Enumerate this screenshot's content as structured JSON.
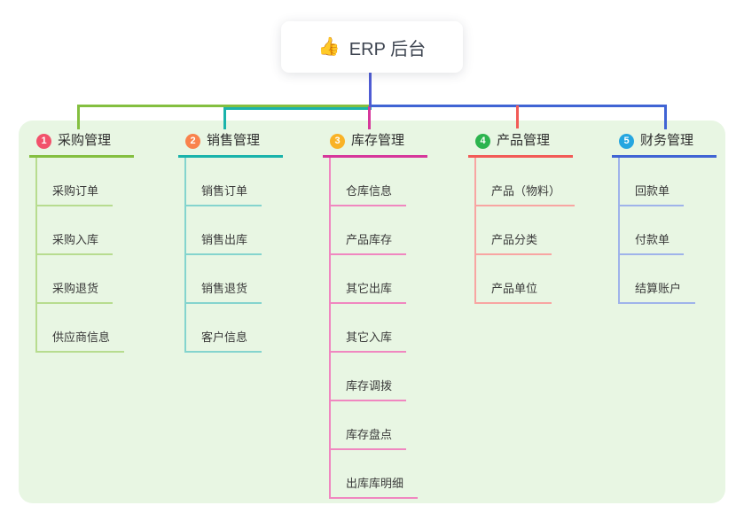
{
  "root": {
    "icon": "👍",
    "label": "ERP 后台"
  },
  "colors": {
    "root_connector": "#4f5cd4",
    "panel_bg": "#e8f6e3",
    "card_bg": "#ffffff",
    "title_text": "#2e2e2e",
    "child_text": "#3a3a3a"
  },
  "branches": [
    {
      "badge": "1",
      "label": "采购管理",
      "badge_color": "#f2516b",
      "line_color": "#84bf40",
      "child_line_color": "#b7dc8f",
      "children": [
        "采购订单",
        "采购入库",
        "采购退货",
        "供应商信息"
      ]
    },
    {
      "badge": "2",
      "label": "销售管理",
      "badge_color": "#f9824c",
      "line_color": "#1ab3ab",
      "child_line_color": "#84d4ce",
      "children": [
        "销售订单",
        "销售出库",
        "销售退货",
        "客户信息"
      ]
    },
    {
      "badge": "3",
      "label": "库存管理",
      "badge_color": "#f9b226",
      "line_color": "#d6379b",
      "child_line_color": "#f087c0",
      "children": [
        "仓库信息",
        "产品库存",
        "其它出库",
        "其它入库",
        "库存调拨",
        "库存盘点",
        "出库库明细"
      ]
    },
    {
      "badge": "4",
      "label": "产品管理",
      "badge_color": "#2cb44e",
      "line_color": "#f25b57",
      "child_line_color": "#f8a5a2",
      "children": [
        "产品（物料）",
        "产品分类",
        "产品单位"
      ]
    },
    {
      "badge": "5",
      "label": "财务管理",
      "badge_color": "#25a6e0",
      "line_color": "#4064d4",
      "child_line_color": "#9fb3ea",
      "children": [
        "回款单",
        "付款单",
        "结算账户"
      ]
    }
  ]
}
